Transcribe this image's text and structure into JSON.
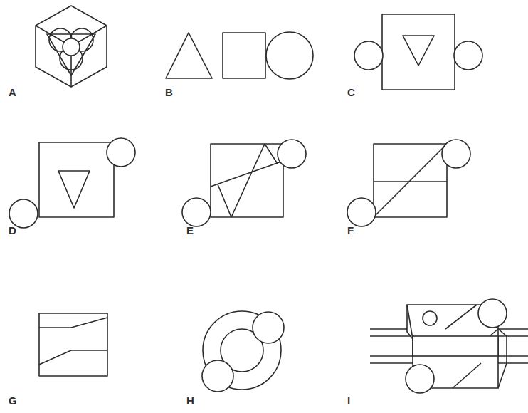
{
  "diagram": {
    "labels": [
      "A",
      "B",
      "C",
      "D",
      "E",
      "F",
      "G",
      "H",
      "I"
    ]
  }
}
